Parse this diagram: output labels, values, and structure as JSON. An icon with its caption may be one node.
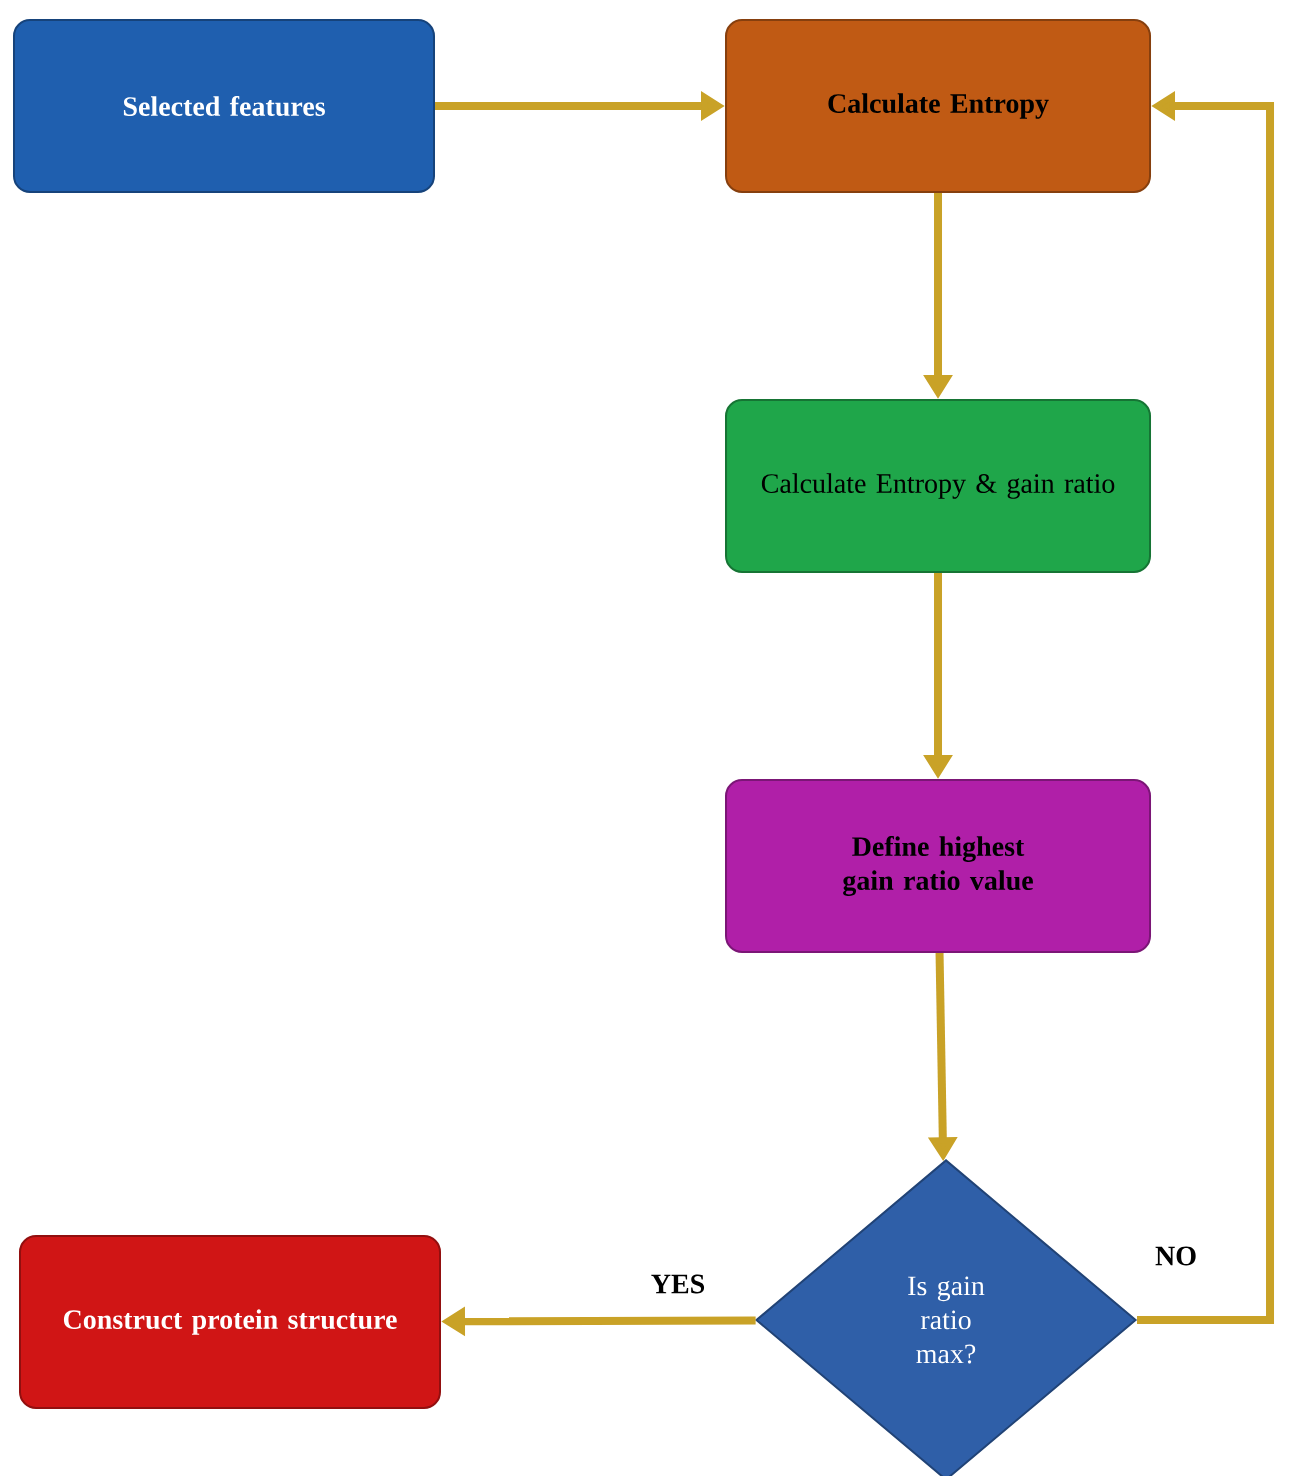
{
  "diagram": {
    "nodes": [
      {
        "text": [
          "Selected features"
        ]
      },
      {
        "text": [
          "Calculate Entropy"
        ]
      },
      {
        "text": [
          "Calculate Entropy & gain ratio"
        ]
      },
      {
        "text": [
          "Define highest gain ratio value"
        ]
      },
      {
        "text": [
          "Is gain ratio max?"
        ]
      },
      {
        "text": [
          "Construct protein structure"
        ]
      }
    ],
    "edges": [
      {
        "from": 0,
        "to": 1,
        "arrow": "to"
      },
      {
        "from": 1,
        "to": 2,
        "arrow": "to"
      },
      {
        "from": 2,
        "to": 3,
        "arrow": "to"
      },
      {
        "from": 3,
        "to": 4,
        "arrow": "to"
      },
      {
        "from": 4,
        "to": 5,
        "arrow": "to",
        "label": "YES"
      },
      {
        "from": 4,
        "to": 1,
        "arrow": "to",
        "label": "NO"
      }
    ]
  }
}
